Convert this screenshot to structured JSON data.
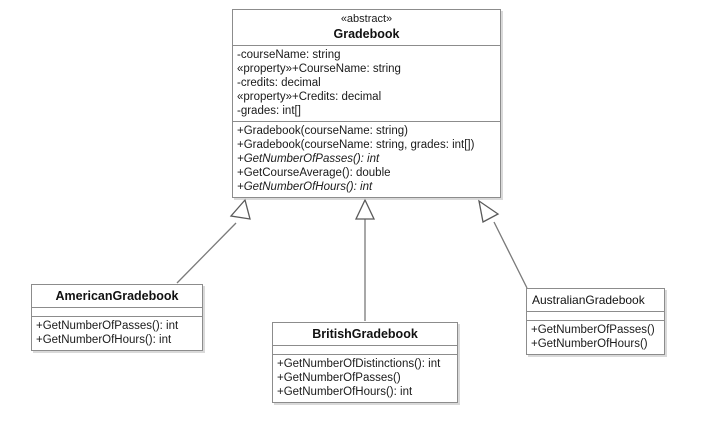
{
  "diagram": {
    "title": "Gradebook UML class diagram",
    "type": "uml-class-diagram",
    "background_color": "#ffffff",
    "border_color": "#8c8c8c",
    "text_color": "#1a1a1a"
  },
  "classes": {
    "gradebook": {
      "stereotype": "«abstract»",
      "name": "Gradebook",
      "attributes": [
        "-courseName: string",
        "«property»+CourseName: string",
        "-credits: decimal",
        "«property»+Credits: decimal",
        "-grades: int[]"
      ],
      "operations": [
        {
          "label": "+Gradebook(courseName: string)",
          "abstract": false
        },
        {
          "label": "+Gradebook(courseName: string, grades: int[])",
          "abstract": false
        },
        {
          "label": "+GetNumberOfPasses(): int",
          "abstract": true
        },
        {
          "label": "+GetCourseAverage(): double",
          "abstract": false
        },
        {
          "label": "+GetNumberOfHours(): int",
          "abstract": true
        }
      ]
    },
    "american": {
      "name": "AmericanGradebook",
      "attributes": [],
      "operations": [
        {
          "label": "+GetNumberOfPasses(): int",
          "abstract": false
        },
        {
          "label": "+GetNumberOfHours(): int",
          "abstract": false
        }
      ]
    },
    "british": {
      "name": "BritishGradebook",
      "attributes": [],
      "operations": [
        {
          "label": "+GetNumberOfDistinctions(): int",
          "abstract": false
        },
        {
          "label": "+GetNumberOfPasses()",
          "abstract": false
        },
        {
          "label": "+GetNumberOfHours(): int",
          "abstract": false
        }
      ]
    },
    "australian": {
      "name": "AustralianGradebook",
      "attributes": [],
      "operations": [
        {
          "label": "+GetNumberOfPasses()",
          "abstract": false
        },
        {
          "label": "+GetNumberOfHours()",
          "abstract": false
        }
      ]
    }
  },
  "relationships": [
    {
      "kind": "generalization",
      "from": "AmericanGradebook",
      "to": "Gradebook"
    },
    {
      "kind": "generalization",
      "from": "BritishGradebook",
      "to": "Gradebook"
    },
    {
      "kind": "generalization",
      "from": "AustralianGradebook",
      "to": "Gradebook"
    }
  ]
}
